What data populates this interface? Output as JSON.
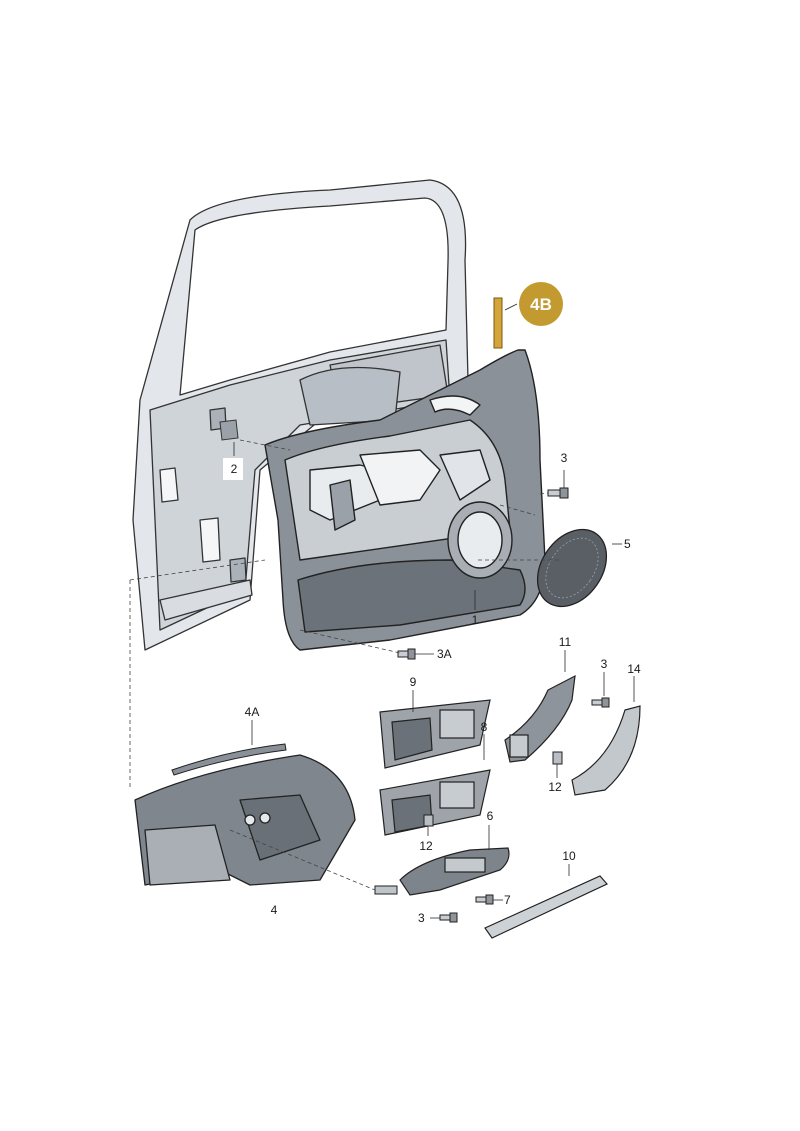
{
  "callouts": {
    "c1": "1",
    "c2": "2",
    "c3a": "3",
    "c3b": "3A",
    "c3c": "3",
    "c3d": "3",
    "c4": "4",
    "c4a": "4A",
    "c4b": "4B",
    "c5": "5",
    "c6": "6",
    "c7": "7",
    "c8": "8",
    "c9": "9",
    "c10": "10",
    "c11": "11",
    "c12a": "12",
    "c12b": "12",
    "c14": "14"
  },
  "colors": {
    "badge": "#c39a2f",
    "highlight": "#d4a53a",
    "panel": "#8f959c",
    "panel_dark": "#5e646b",
    "frame": "#dfe3e7",
    "line": "#2a2a2a"
  }
}
